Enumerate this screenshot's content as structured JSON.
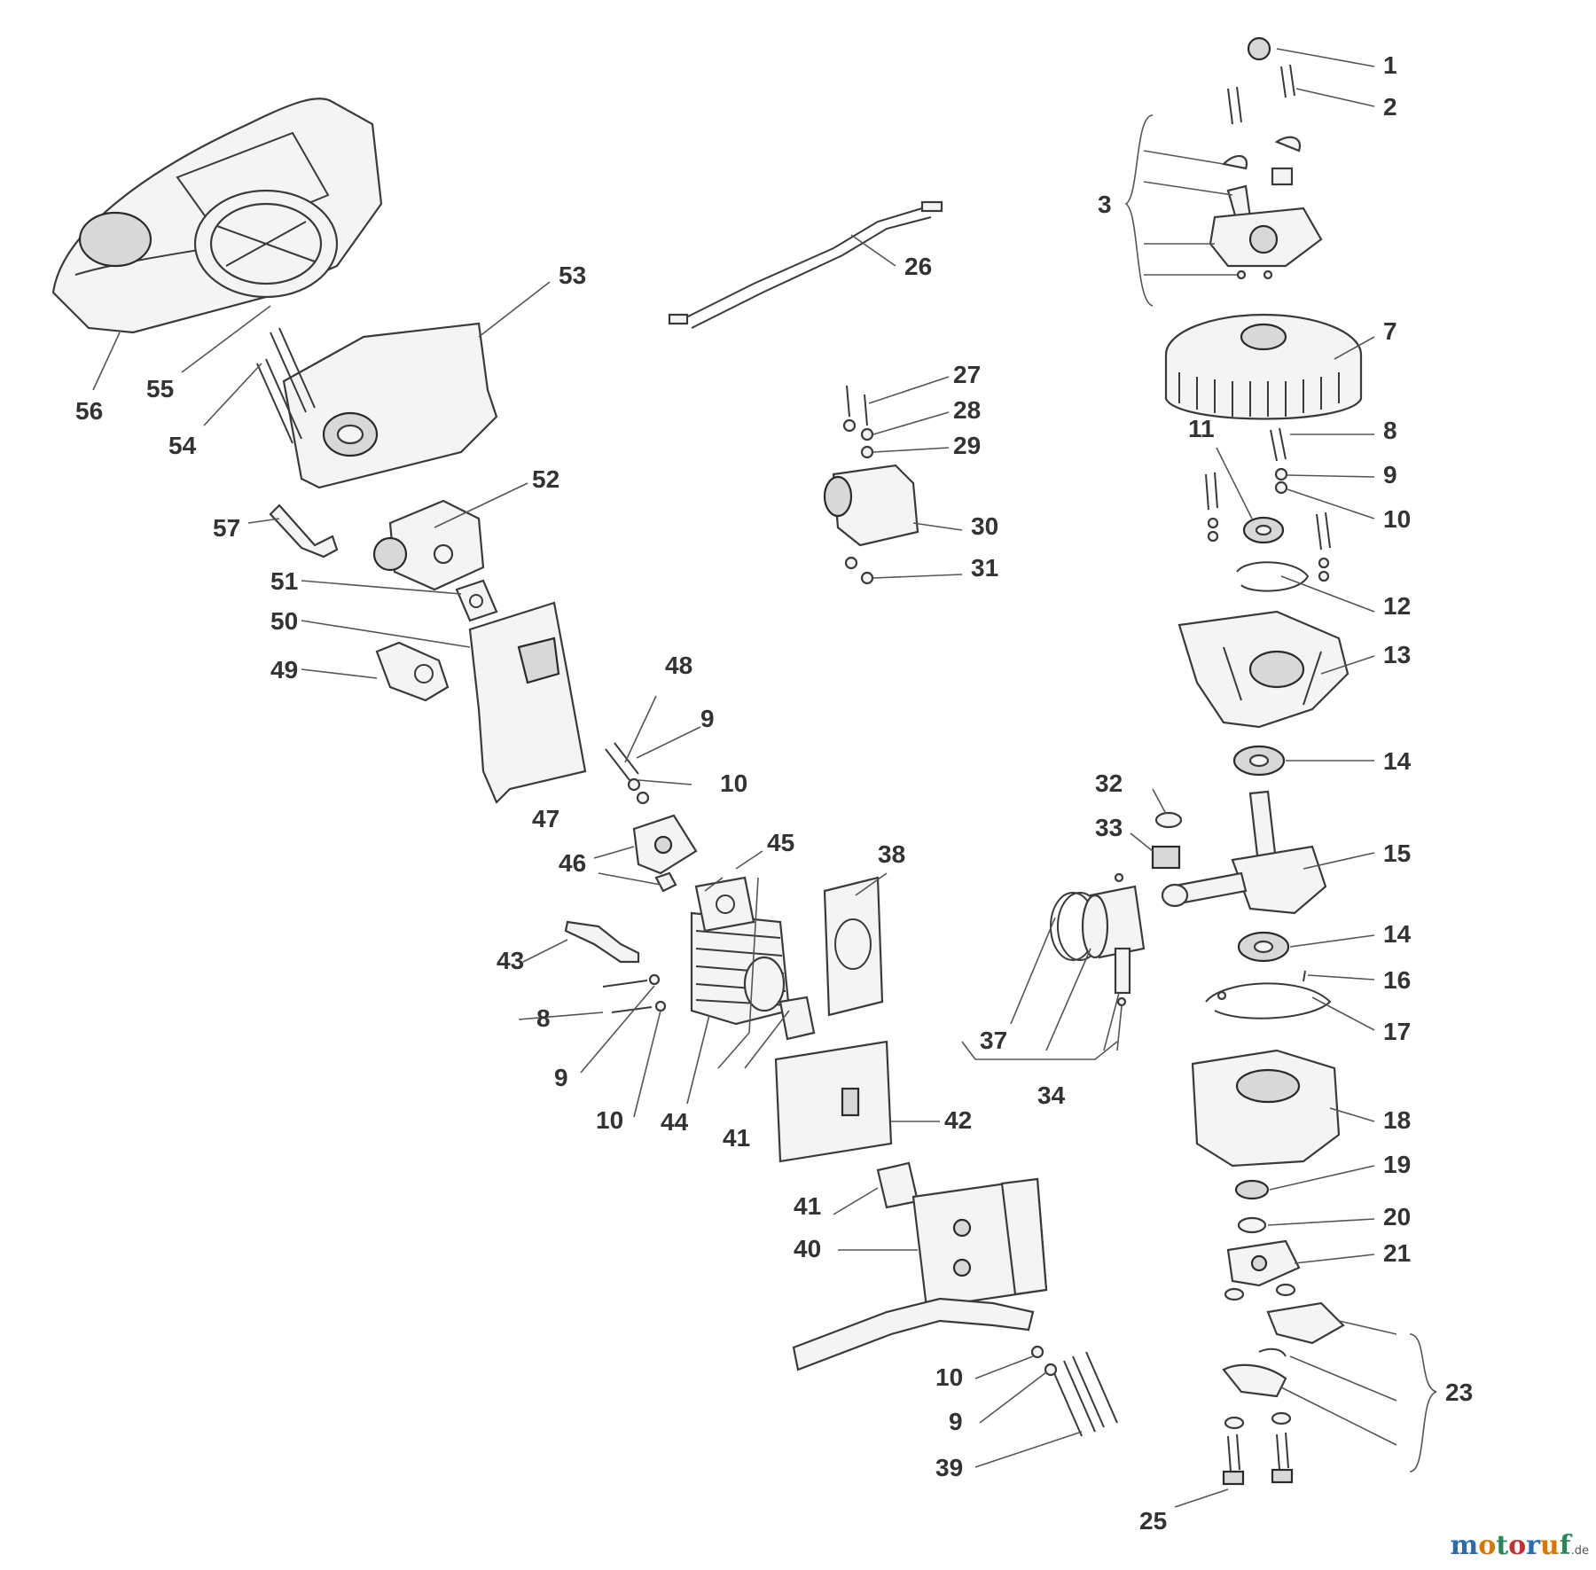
{
  "diagram": {
    "type": "exploded-parts-diagram",
    "callouts": [
      {
        "id": "c1",
        "text": "1"
      },
      {
        "id": "c2",
        "text": "2"
      },
      {
        "id": "c3",
        "text": "3"
      },
      {
        "id": "c7",
        "text": "7"
      },
      {
        "id": "c8a",
        "text": "8"
      },
      {
        "id": "c9a",
        "text": "9"
      },
      {
        "id": "c10a",
        "text": "10"
      },
      {
        "id": "c11",
        "text": "11"
      },
      {
        "id": "c12",
        "text": "12"
      },
      {
        "id": "c13",
        "text": "13"
      },
      {
        "id": "c14a",
        "text": "14"
      },
      {
        "id": "c15",
        "text": "15"
      },
      {
        "id": "c14b",
        "text": "14"
      },
      {
        "id": "c16",
        "text": "16"
      },
      {
        "id": "c17",
        "text": "17"
      },
      {
        "id": "c18",
        "text": "18"
      },
      {
        "id": "c19",
        "text": "19"
      },
      {
        "id": "c20",
        "text": "20"
      },
      {
        "id": "c21",
        "text": "21"
      },
      {
        "id": "c23",
        "text": "23"
      },
      {
        "id": "c25",
        "text": "25"
      },
      {
        "id": "c26",
        "text": "26"
      },
      {
        "id": "c27",
        "text": "27"
      },
      {
        "id": "c28",
        "text": "28"
      },
      {
        "id": "c29",
        "text": "29"
      },
      {
        "id": "c30",
        "text": "30"
      },
      {
        "id": "c31",
        "text": "31"
      },
      {
        "id": "c32",
        "text": "32"
      },
      {
        "id": "c33",
        "text": "33"
      },
      {
        "id": "c34",
        "text": "34"
      },
      {
        "id": "c37",
        "text": "37"
      },
      {
        "id": "c38",
        "text": "38"
      },
      {
        "id": "c39",
        "text": "39"
      },
      {
        "id": "c40",
        "text": "40"
      },
      {
        "id": "c41a",
        "text": "41"
      },
      {
        "id": "c41b",
        "text": "41"
      },
      {
        "id": "c42",
        "text": "42"
      },
      {
        "id": "c43",
        "text": "43"
      },
      {
        "id": "c44",
        "text": "44"
      },
      {
        "id": "c45",
        "text": "45"
      },
      {
        "id": "c46",
        "text": "46"
      },
      {
        "id": "c47",
        "text": "47"
      },
      {
        "id": "c48",
        "text": "48"
      },
      {
        "id": "c9b",
        "text": "9"
      },
      {
        "id": "c10b",
        "text": "10"
      },
      {
        "id": "c8b",
        "text": "8"
      },
      {
        "id": "c9c",
        "text": "9"
      },
      {
        "id": "c10c",
        "text": "10"
      },
      {
        "id": "c49",
        "text": "49"
      },
      {
        "id": "c50",
        "text": "50"
      },
      {
        "id": "c51",
        "text": "51"
      },
      {
        "id": "c52",
        "text": "52"
      },
      {
        "id": "c53",
        "text": "53"
      },
      {
        "id": "c54",
        "text": "54"
      },
      {
        "id": "c55",
        "text": "55"
      },
      {
        "id": "c56",
        "text": "56"
      },
      {
        "id": "c57",
        "text": "57"
      },
      {
        "id": "c10d",
        "text": "10"
      },
      {
        "id": "c9d",
        "text": "9"
      }
    ]
  },
  "watermark": {
    "letters": [
      {
        "ch": "m",
        "color": "#2b6cb0"
      },
      {
        "ch": "o",
        "color": "#d97706"
      },
      {
        "ch": "t",
        "color": "#2f855a"
      },
      {
        "ch": "o",
        "color": "#c53030"
      },
      {
        "ch": "r",
        "color": "#2b6cb0"
      },
      {
        "ch": "u",
        "color": "#d97706"
      },
      {
        "ch": "f",
        "color": "#2f855a"
      }
    ],
    "tld": ".de"
  }
}
